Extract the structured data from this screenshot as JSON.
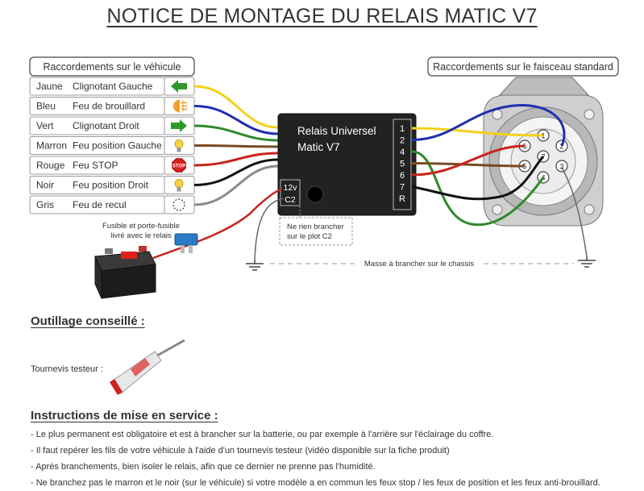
{
  "title": "NOTICE DE MONTAGE DU RELAIS MATIC V7",
  "vehicle_header": "Raccordements sur le véhicule",
  "harness_header": "Raccordements sur le faisceau standard",
  "wires": [
    {
      "color_name": "Jaune",
      "function": "Clignotant Gauche",
      "icon": "left-arrow-icon",
      "wire_color": "#f2d21b"
    },
    {
      "color_name": "Bleu",
      "function": "Feu de brouillard",
      "icon": "fog-light-icon",
      "wire_color": "#1f2fb0"
    },
    {
      "color_name": "Vert",
      "function": "Clignotant Droit",
      "icon": "right-arrow-icon",
      "wire_color": "#2f8a2a"
    },
    {
      "color_name": "Marron",
      "function": "Feu position Gauche",
      "icon": "bulb-icon",
      "wire_color": "#7a4a22"
    },
    {
      "color_name": "Rouge",
      "function": "Feu STOP",
      "icon": "stop-icon",
      "wire_color": "#c8241e"
    },
    {
      "color_name": "Noir",
      "function": "Feu position Droit",
      "icon": "bulb-icon",
      "wire_color": "#111111"
    },
    {
      "color_name": "Gris",
      "function": "Feu de recul",
      "icon": "reverse-light-icon",
      "wire_color": "#8a8a8a"
    }
  ],
  "relay": {
    "name_line1": "Relais Universel",
    "name_line2": "Matic V7",
    "pins": [
      "1",
      "2",
      "4",
      "5",
      "6",
      "7",
      "R"
    ],
    "power_label": "12v",
    "c2_label": "C2"
  },
  "icon_texts": {
    "stop": "STOP"
  },
  "note": {
    "line1": "Ne rien brancher",
    "line2": "sur le plot C2"
  },
  "fuse_label": {
    "line1": "Fusible et porte-fusible",
    "line2": "livré avec le relais"
  },
  "ground_label": "Masse à brancher sur le chassis",
  "socket_pins": [
    "1",
    "2",
    "3",
    "4",
    "5",
    "6",
    "7"
  ],
  "tools_header": "Outillage conseillé :",
  "tool_label": "Tournevis testeur :",
  "instructions_header": "Instructions de mise en service :",
  "instructions": [
    "- Le plus permanent est obligatoire et est à brancher sur la batterie, ou par exemple à l'arrière sur l'éclairage du coffre.",
    "- Il faut repérer les fils de votre véhicule à l'aide d'un tournevis testeur (vidéo disponible sur la fiche produit)",
    "- Après branchements, bien isoler le relais, afin que ce dernier ne prenne pas l'humidité.",
    "- Ne branchez pas le marron et le noir (sur le véhicule) si votre modèle a en commun les feux stop / les feux de position et les feux anti-brouillard."
  ]
}
